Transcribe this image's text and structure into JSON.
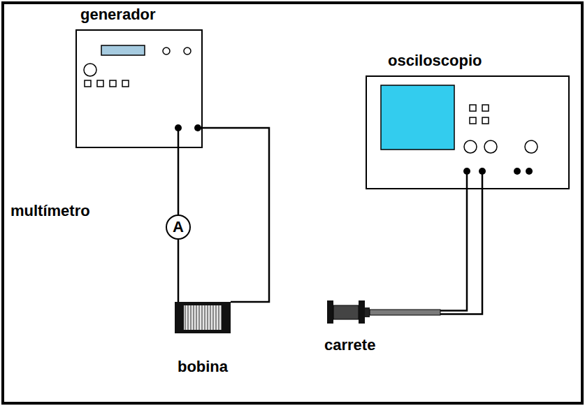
{
  "diagram": {
    "nodes": [
      {
        "text": [
          "generador"
        ]
      },
      {
        "text": [
          "osciloscopio"
        ]
      },
      {
        "text": [
          "multímetro",
          "A"
        ]
      },
      {
        "text": [
          "bobina"
        ]
      },
      {
        "text": [
          "carrete"
        ]
      }
    ],
    "edges": [
      {
        "from": 0,
        "to": 2,
        "arrow": "none"
      },
      {
        "from": 2,
        "to": 3,
        "arrow": "none"
      },
      {
        "from": 0,
        "to": 3,
        "arrow": "none"
      },
      {
        "from": 4,
        "to": 1,
        "arrow": "none"
      },
      {
        "from": 4,
        "to": 1,
        "arrow": "none"
      }
    ]
  }
}
